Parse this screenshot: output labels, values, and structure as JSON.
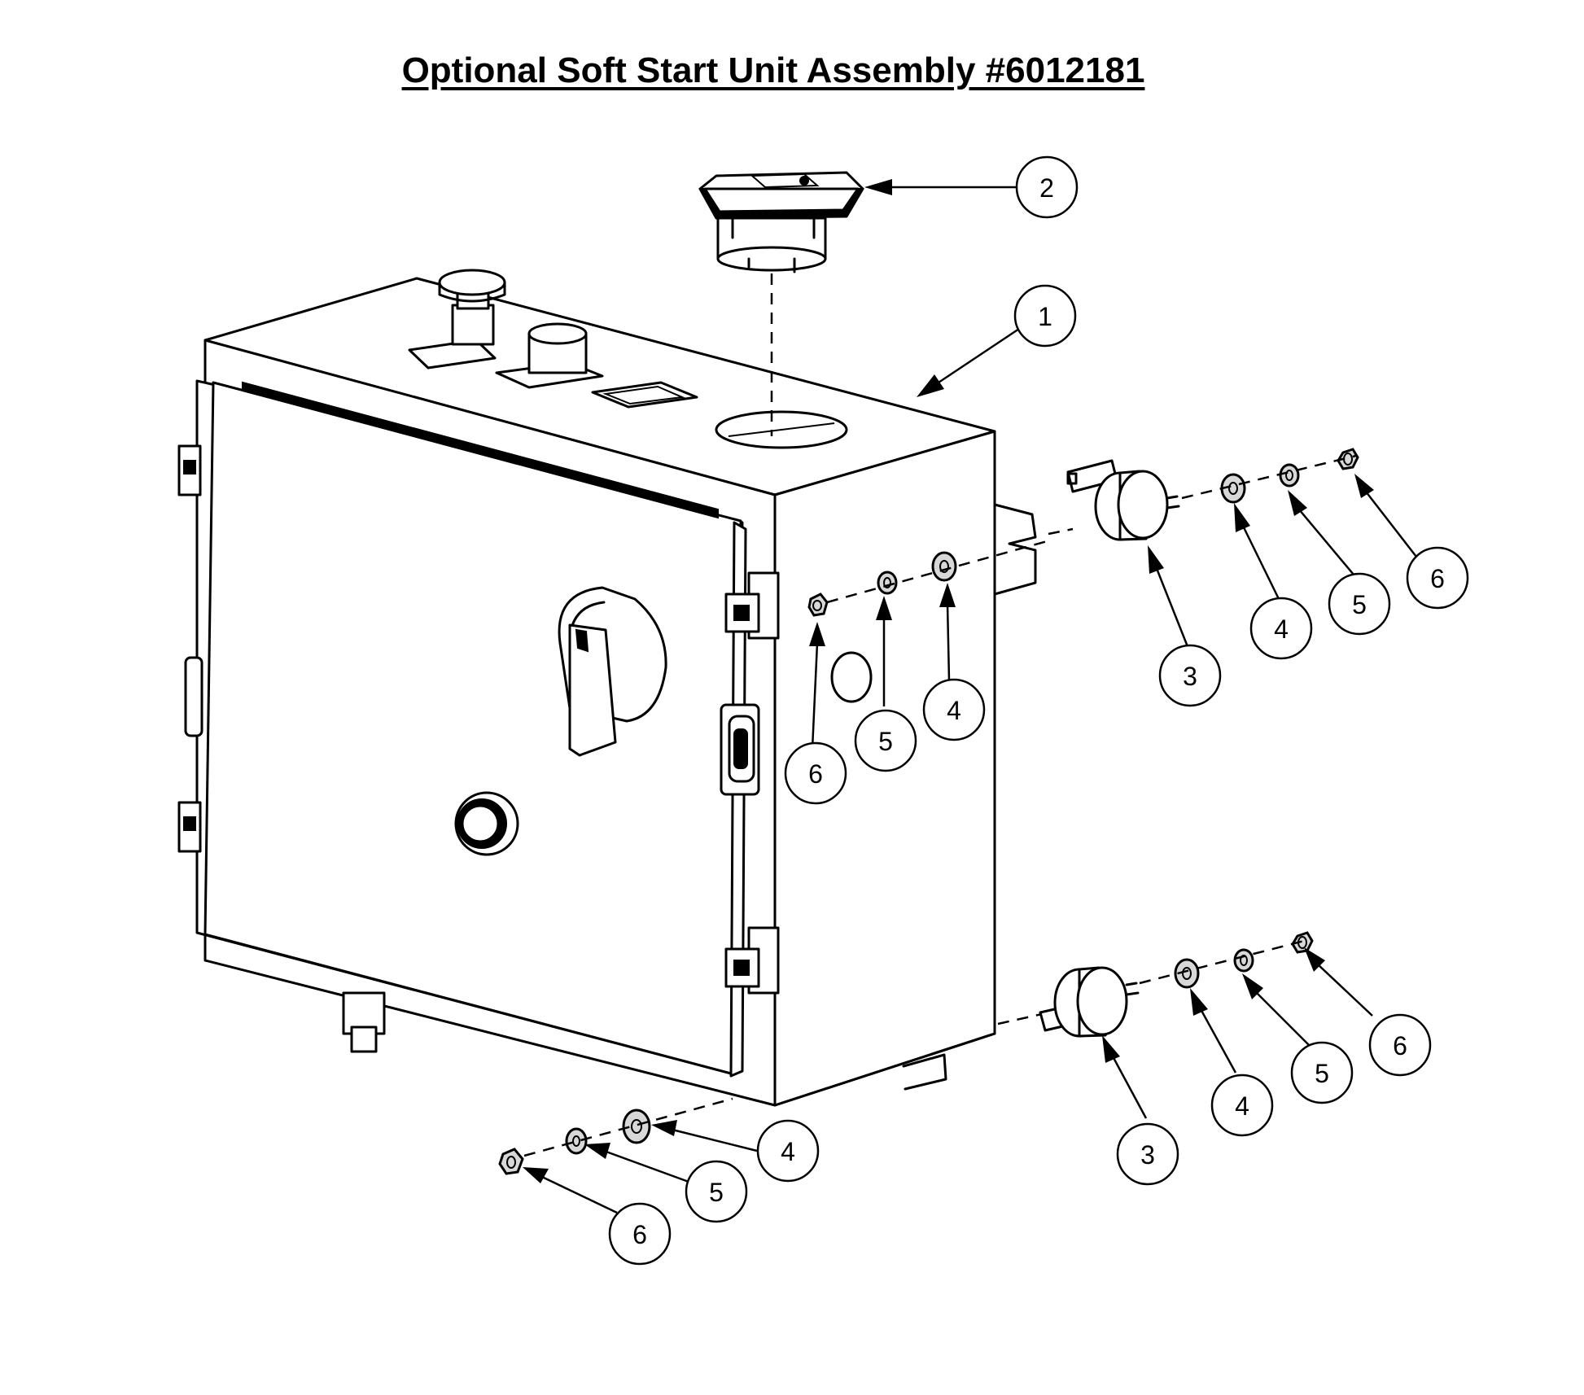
{
  "title": "Optional Soft Start Unit Assembly #6012181",
  "balloons": [
    {
      "id": "b2",
      "label": "2"
    },
    {
      "id": "b1",
      "label": "1"
    },
    {
      "id": "b3a",
      "label": "3"
    },
    {
      "id": "b4a",
      "label": "4"
    },
    {
      "id": "b5a",
      "label": "5"
    },
    {
      "id": "b6a",
      "label": "6"
    },
    {
      "id": "b6b",
      "label": "6"
    },
    {
      "id": "b5b",
      "label": "5"
    },
    {
      "id": "b4b",
      "label": "4"
    },
    {
      "id": "b3c",
      "label": "3"
    },
    {
      "id": "b4c",
      "label": "4"
    },
    {
      "id": "b5c",
      "label": "5"
    },
    {
      "id": "b6c",
      "label": "6"
    },
    {
      "id": "b4d",
      "label": "4"
    },
    {
      "id": "b5d",
      "label": "5"
    },
    {
      "id": "b6d",
      "label": "6"
    }
  ]
}
